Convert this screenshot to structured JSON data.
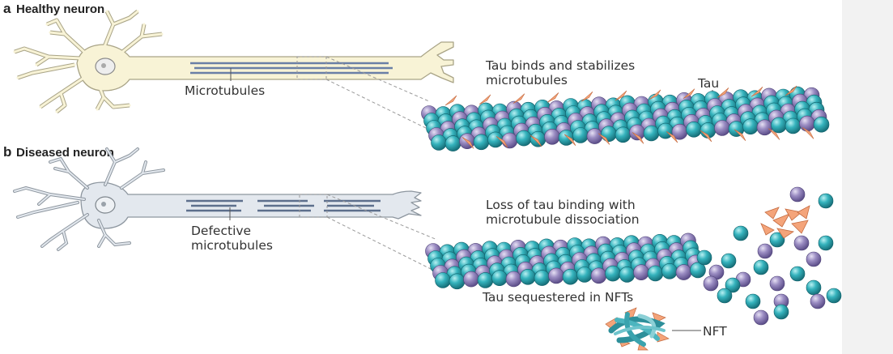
{
  "panel_a": {
    "letter": "a",
    "title": "Healthy neuron",
    "microtubules_label": "Microtubules",
    "caption_line1": "Tau binds and stabilizes",
    "caption_line2": "microtubules",
    "tau_label": "Tau"
  },
  "panel_b": {
    "letter": "b",
    "title": "Diseased neuron",
    "defective_line1": "Defective",
    "defective_line2": "microtubules",
    "caption_line1": "Loss of tau binding with",
    "caption_line2": "microtubule dissociation",
    "sequestered_label": "Tau sequestered in NFTs",
    "nft_label": "NFT"
  },
  "colors": {
    "healthy_neuron_fill": "#f8f3d6",
    "diseased_neuron_fill": "#e3e8ee",
    "teal_subunit": "#2aa7b2",
    "purple_subunit": "#8d7fb5",
    "tau_orange": "#f0a070"
  }
}
